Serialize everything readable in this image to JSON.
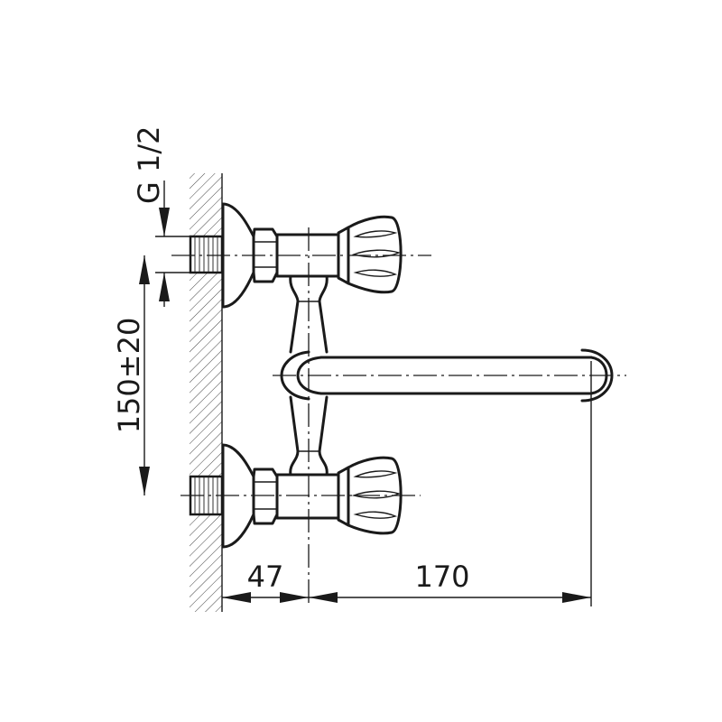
{
  "dimensions": {
    "thread_label": "G 1/2",
    "centers_label": "150±20",
    "wall_to_body_label": "47",
    "spout_length_label": "170"
  }
}
